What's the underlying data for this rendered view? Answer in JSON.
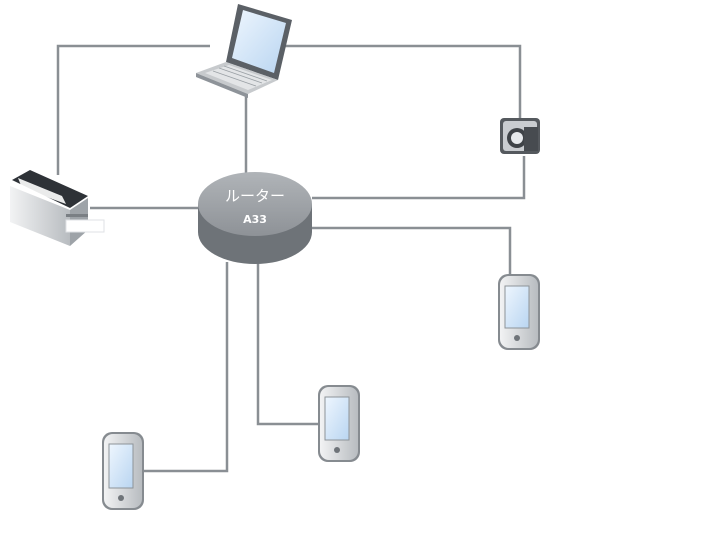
{
  "diagram": {
    "router": {
      "name": "ルーター",
      "model": "A33",
      "icon": "router-icon"
    },
    "devices": [
      {
        "id": "laptop",
        "icon": "laptop-icon"
      },
      {
        "id": "camera",
        "icon": "camera-icon"
      },
      {
        "id": "printer",
        "icon": "printer-icon"
      },
      {
        "id": "phone-right",
        "icon": "phone-icon"
      },
      {
        "id": "phone-middle",
        "icon": "phone-icon"
      },
      {
        "id": "phone-left",
        "icon": "phone-icon"
      }
    ],
    "colors": {
      "link": "#8a8f94",
      "router_top": "#9a9ea3",
      "router_side": "#6e7378",
      "device_body": "#d9dcdf",
      "screen": "#c9dff5"
    }
  }
}
